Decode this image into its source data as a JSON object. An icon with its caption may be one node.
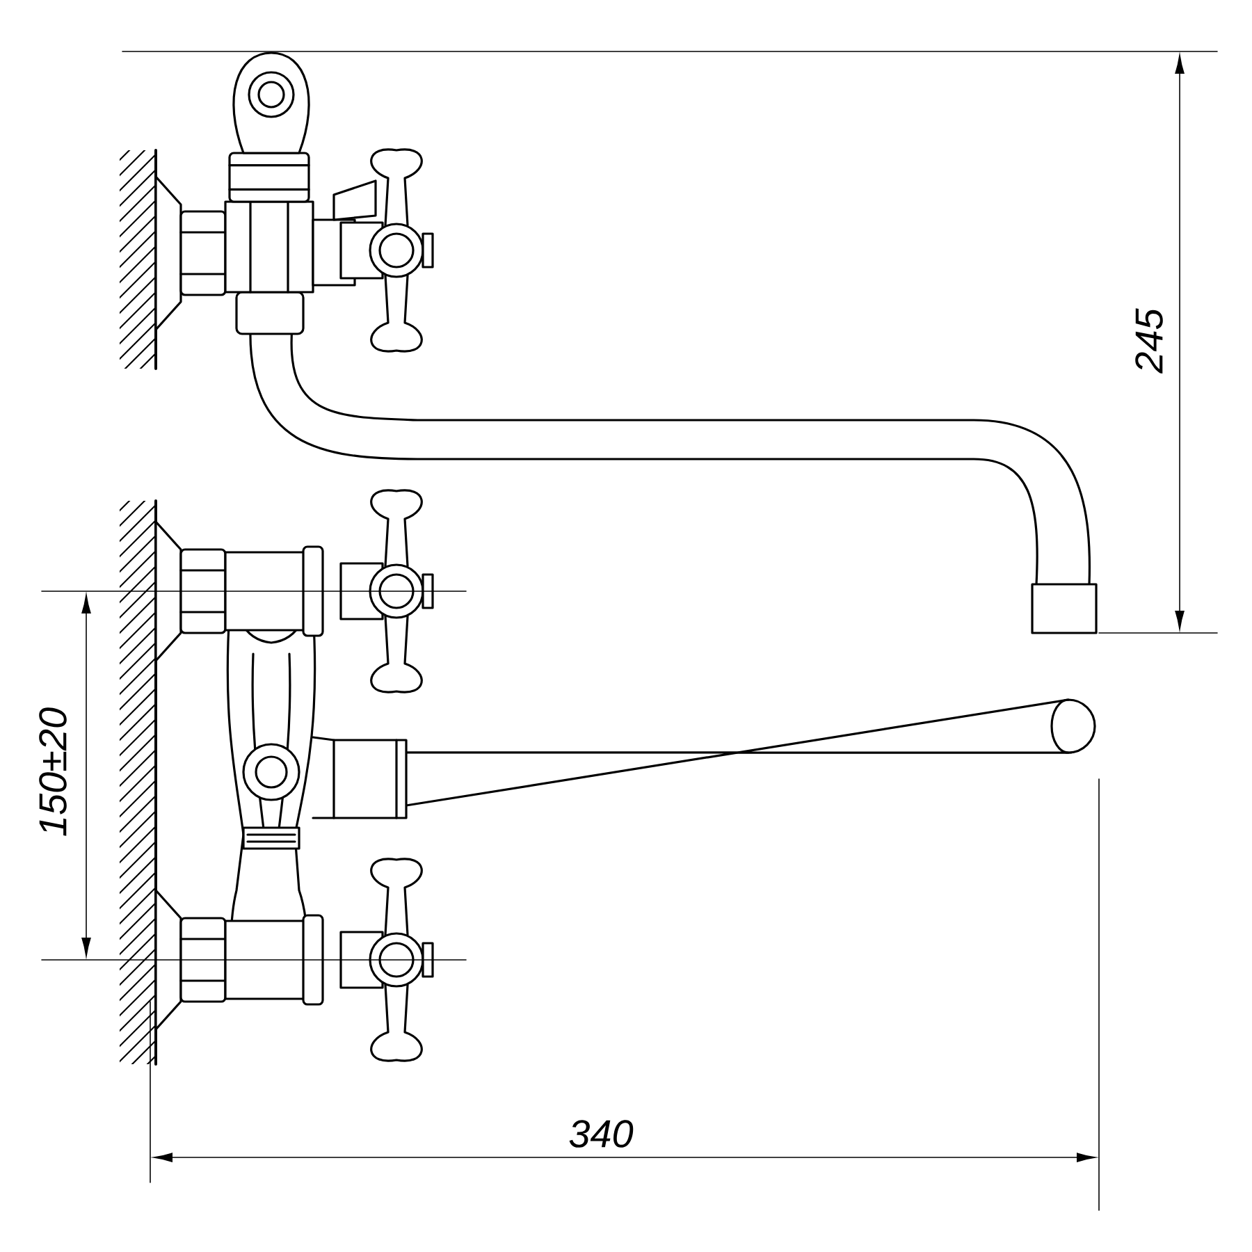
{
  "diagram": {
    "labels": [
      "245",
      "150±20",
      "340"
    ]
  }
}
